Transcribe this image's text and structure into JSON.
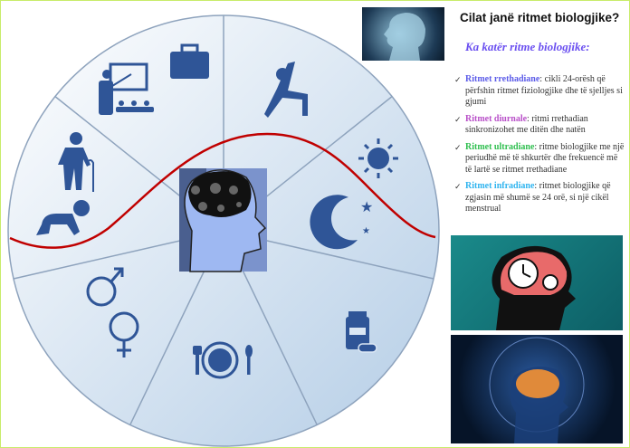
{
  "title": "Cilat janë ritmet biologjike?",
  "subtitle": "Ka katër ritme biologjike:",
  "rhythms": [
    {
      "name": "Ritmet rrethadiane",
      "desc": ": cikli 24-orësh që përfshin ritmet fiziologjike dhe të sjelljes si gjumi",
      "color": "#5b5be8"
    },
    {
      "name": "Ritmet diurnale",
      "desc": ": ritmi rrethadian sinkronizohet me ditën dhe natën",
      "color": "#b84fc8"
    },
    {
      "name": "Ritmet ultradiane",
      "desc": ": ritme biologjike me një periudhë më të shkurtër dhe frekuencë më të lartë se ritmet rrethadiane",
      "color": "#2fbf4f"
    },
    {
      "name": "Ritmet infradiane",
      "desc": ": ritmet biologjike që zgjasin më shumë se 24 orë, si një cikël menstrual",
      "color": "#2fb4ef"
    }
  ],
  "check_icon": "✓",
  "colors": {
    "icon": "#2f5597",
    "curve": "#c00000",
    "segment": "#dbe7f4"
  }
}
